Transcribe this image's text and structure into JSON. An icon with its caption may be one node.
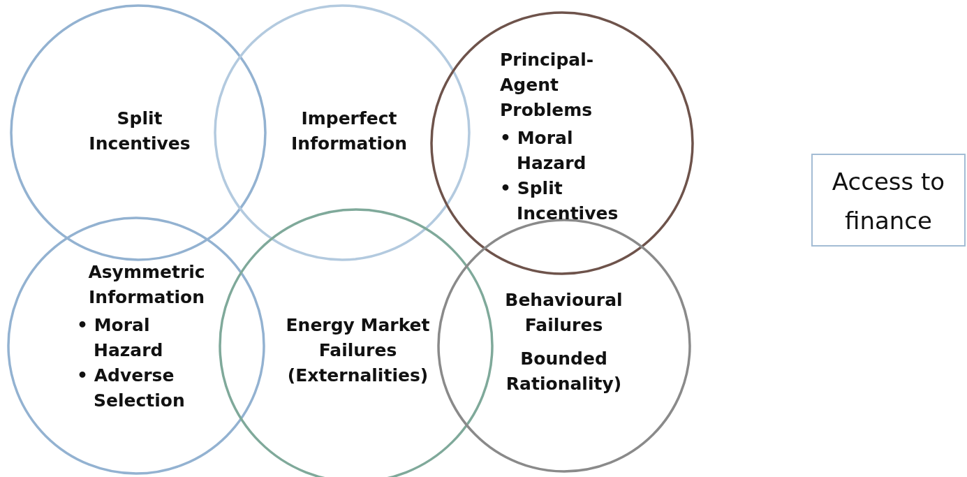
{
  "diagram": {
    "nodes": [
      {
        "text": [
          "Split Incentives"
        ]
      },
      {
        "text": [
          "Imperfect Information"
        ]
      },
      {
        "text": [
          "Principal-Agent Problems",
          "• Moral Hazard",
          "• Split Incentives"
        ]
      },
      {
        "text": [
          "Access to finance"
        ]
      },
      {
        "text": [
          "Asymmetric Information",
          "• Moral Hazard",
          "• Adverse Selection"
        ]
      },
      {
        "text": [
          "Energy Market Failures (Externalities)"
        ]
      },
      {
        "text": [
          "Behavioural Failures",
          "Bounded Rationality)"
        ]
      }
    ]
  }
}
